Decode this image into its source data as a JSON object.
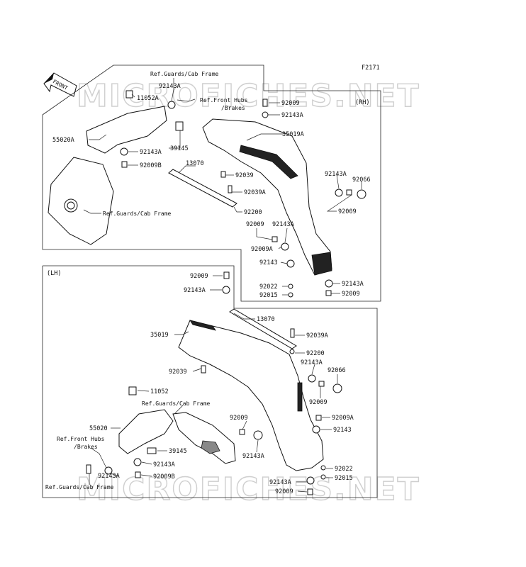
{
  "code": "F2171",
  "front_badge": "FRONT",
  "watermark_top": "MICROFICHES.NET",
  "watermark_bottom": "MICROFICHES.NET",
  "rh_section": {
    "side_label": "(RH)",
    "labels": {
      "ref_guards_top": "Ref.Guards/Cab Frame",
      "p92143a_1": "92143A",
      "p11052a": "11052A",
      "ref_front_hubs_1": "Ref.Front Hubs",
      "ref_front_hubs_2": "/Brakes",
      "p92009_1": "92009",
      "p92143a_2": "92143A",
      "p35019a": "35019A",
      "p55020a": "55020A",
      "p39145": "39145",
      "p92143a_3": "92143A",
      "p92009b": "92009B",
      "p13070": "13070",
      "p92039": "92039",
      "p92039a": "92039A",
      "p92143a_4": "92143A",
      "p92066": "92066",
      "p92009_2": "92009",
      "ref_guards_mid": "Ref.Guards/Cab Frame",
      "p92200": "92200",
      "p92009_3": "92009",
      "p92143a_5": "92143A",
      "p92009a": "92009A",
      "p92143": "92143",
      "p92022": "92022",
      "p92143a_6": "92143A",
      "p92015": "92015",
      "p92009_4": "92009"
    }
  },
  "lh_section": {
    "side_label": "(LH)",
    "labels": {
      "p92009_1": "92009",
      "p92143a_1": "92143A",
      "p13070": "13070",
      "p35019": "35019",
      "p92039a": "92039A",
      "p92200": "92200",
      "p92143a_2": "92143A",
      "p92066": "92066",
      "p92039": "92039",
      "p92009_2": "92009",
      "p11052": "11052",
      "ref_guards": "Ref.Guards/Cab Frame",
      "p92009a": "92009A",
      "p92009_3": "92009",
      "p92143": "92143",
      "p55020": "55020",
      "ref_front_hubs_1": "Ref.Front Hubs",
      "ref_front_hubs_2": "/Brakes",
      "p92143a_3": "92143A",
      "p39145": "39145",
      "p92143a_4": "92143A",
      "p92022": "92022",
      "p92143a_5": "92143A",
      "p92015": "92015",
      "p92009b": "92009B",
      "ref_guards_bottom": "Ref.Guards/Cab Frame",
      "p92143a_6": "92143A",
      "p92009_4": "92009"
    }
  }
}
